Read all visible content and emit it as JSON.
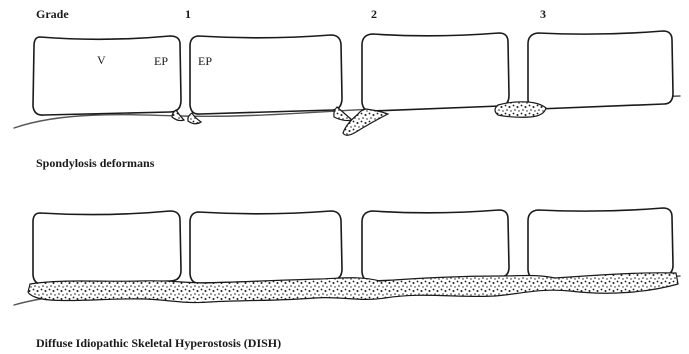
{
  "panel_top": {
    "grade_label": "Grade",
    "grade_1": "1",
    "grade_2": "2",
    "grade_3": "3",
    "vertebra_label": "V",
    "endplate_label_left": "EP",
    "endplate_label_right": "EP",
    "caption": "Spondylosis deformans"
  },
  "panel_bottom": {
    "caption": "Diffuse Idiopathic Skeletal Hyperostosis (DISH)"
  },
  "colors": {
    "outline": "#1a1a1a",
    "ligament": "#555555",
    "background": "#ffffff"
  }
}
